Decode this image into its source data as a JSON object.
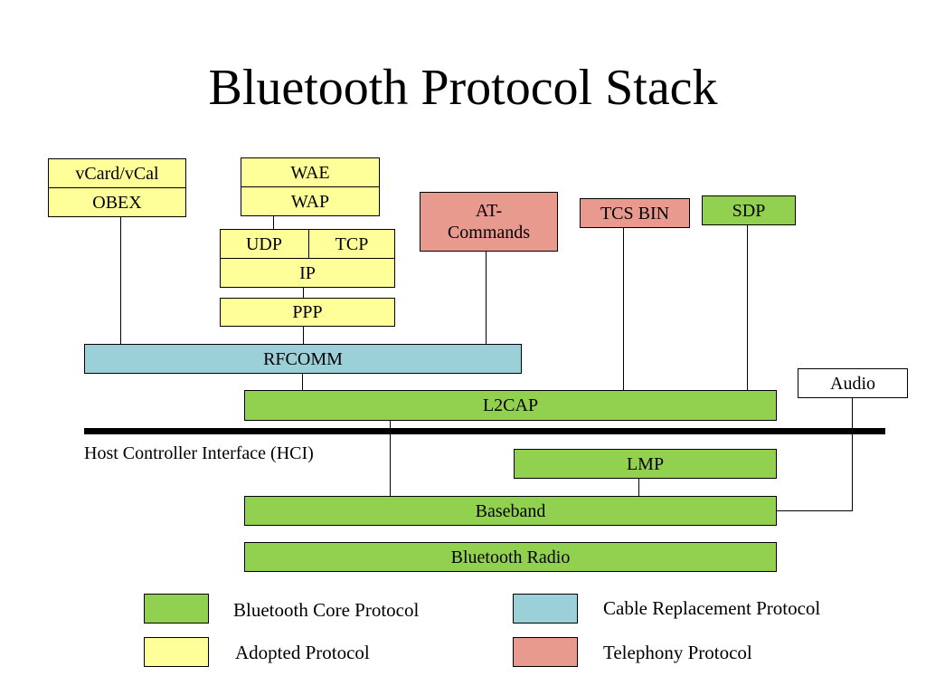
{
  "title": "Bluetooth Protocol Stack",
  "boxes": {
    "vcard": "vCard/vCal",
    "obex": "OBEX",
    "wae": "WAE",
    "wap": "WAP",
    "udp": "UDP",
    "tcp": "TCP",
    "ip": "IP",
    "ppp": "PPP",
    "at_commands": "AT-\nCommands",
    "tcs_bin": "TCS BIN",
    "sdp": "SDP",
    "rfcomm": "RFCOMM",
    "audio": "Audio",
    "l2cap": "L2CAP",
    "lmp": "LMP",
    "baseband": "Baseband",
    "radio": "Bluetooth Radio"
  },
  "hci_label": "Host Controller Interface (HCI)",
  "legend": {
    "core": "Bluetooth Core Protocol",
    "cable": "Cable Replacement Protocol",
    "adopted": "Adopted Protocol",
    "telephony": "Telephony Protocol"
  },
  "colors": {
    "core": "#92d050",
    "adopted": "#ffff99",
    "cable": "#9cd0d8",
    "telephony": "#e99a8e"
  }
}
